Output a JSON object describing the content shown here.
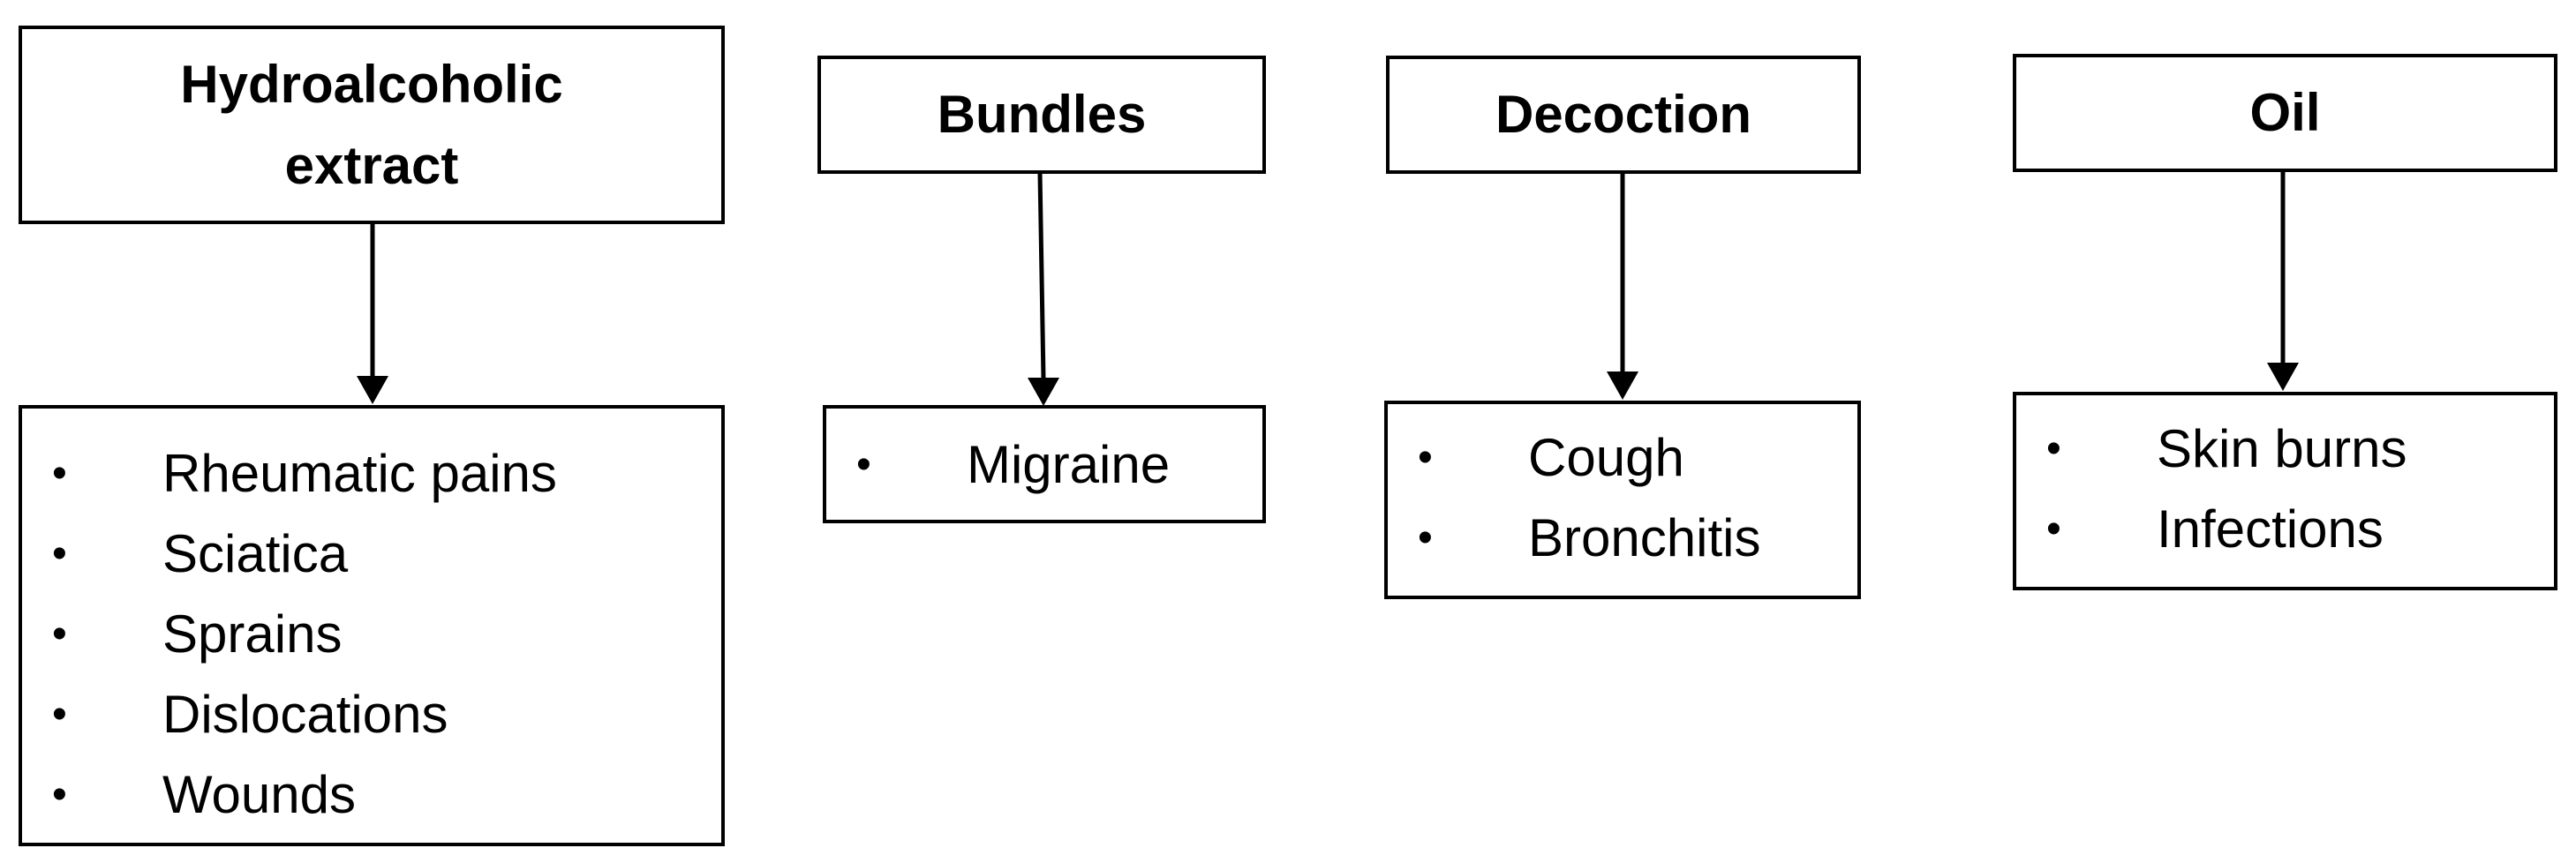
{
  "diagram": {
    "columns": [
      {
        "heading": "Hydroalcoholic extract",
        "uses": [
          "Rheumatic pains",
          "Sciatica",
          "Sprains",
          "Dislocations",
          "Wounds"
        ]
      },
      {
        "heading": "Bundles",
        "uses": [
          "Migraine"
        ]
      },
      {
        "heading": "Decoction",
        "uses": [
          "Cough",
          "Bronchitis"
        ]
      },
      {
        "heading": "Oil",
        "uses": [
          "Skin burns",
          "Infections"
        ]
      }
    ],
    "bullet": "•"
  }
}
